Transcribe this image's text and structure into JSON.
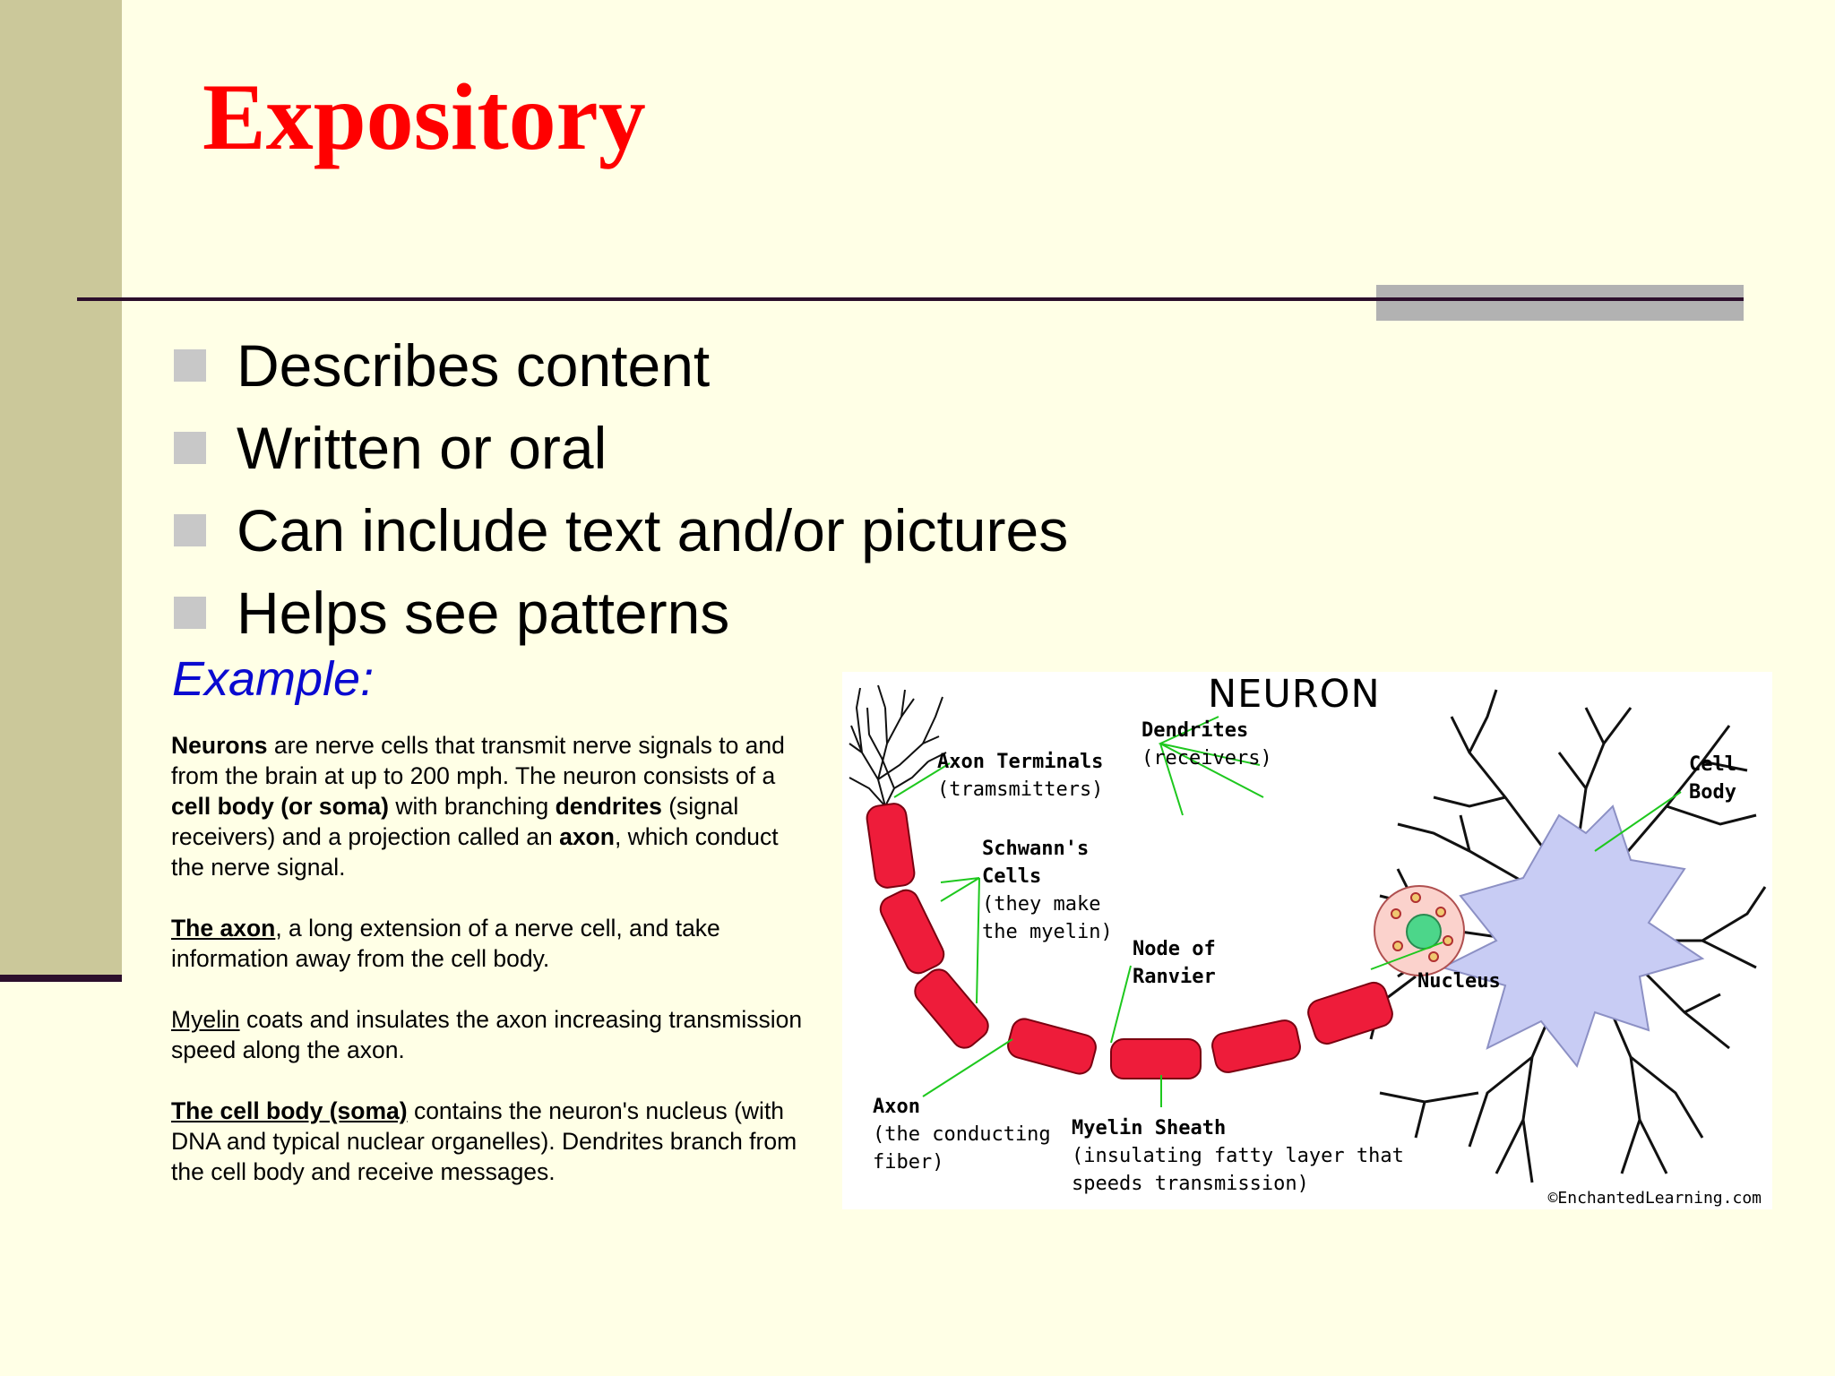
{
  "slide": {
    "title": "Expository",
    "bullets": [
      "Describes content",
      "Written or oral",
      "Can include text and/or pictures",
      "Helps see patterns"
    ],
    "example_label": "Example:"
  },
  "description": {
    "p1": {
      "t1": "Neurons",
      "t2": " are nerve cells that transmit nerve signals to and from the brain at up to 200 mph. The neuron consists of a ",
      "t3": "cell body (or soma)",
      "t4": " with branching ",
      "t5": "dendrites",
      "t6": " (signal receivers) and a projection called an ",
      "t7": "axon",
      "t8": ", which conduct the nerve signal."
    },
    "p2": {
      "t1": "The axon",
      "t2": ", a long extension of a nerve cell, and take information away from the cell body."
    },
    "p3": {
      "t1": "Myelin",
      "t2": " coats and insulates the axon increasing transmission speed along the axon."
    },
    "p4": {
      "t1": "The cell body (soma)",
      "t2": " contains the neuron's nucleus (with DNA and typical nuclear organelles). Dendrites branch from the cell body and receive messages."
    }
  },
  "diagram": {
    "title": "NEURON",
    "labels": {
      "axon_terminals": {
        "name": "Axon Terminals",
        "sub": "(tramsmitters)"
      },
      "dendrites": {
        "name": "Dendrites",
        "sub": "(receivers)"
      },
      "cell_body": {
        "line1": "Cell",
        "line2": "Body"
      },
      "schwanns": {
        "line1": "Schwann's",
        "line2": "Cells",
        "sub1": "(they make",
        "sub2": "the myelin)"
      },
      "node": {
        "line1": "Node of",
        "line2": "Ranvier"
      },
      "nucleus": {
        "name": "Nucleus"
      },
      "axon": {
        "name": "Axon",
        "sub1": "(the conducting",
        "sub2": "fiber)"
      },
      "myelin": {
        "name": "Myelin Sheath",
        "sub1": "(insulating fatty layer that",
        "sub2": "speeds transmission)"
      }
    },
    "copyright": "©EnchantedLearning.com",
    "colors": {
      "myelin": "#ee1c3a",
      "cell_body": "#c8ccf4",
      "nucleus": "#4cd68a",
      "soma_inner": "#fbd2cc",
      "leader_line": "#1ec81e"
    }
  }
}
